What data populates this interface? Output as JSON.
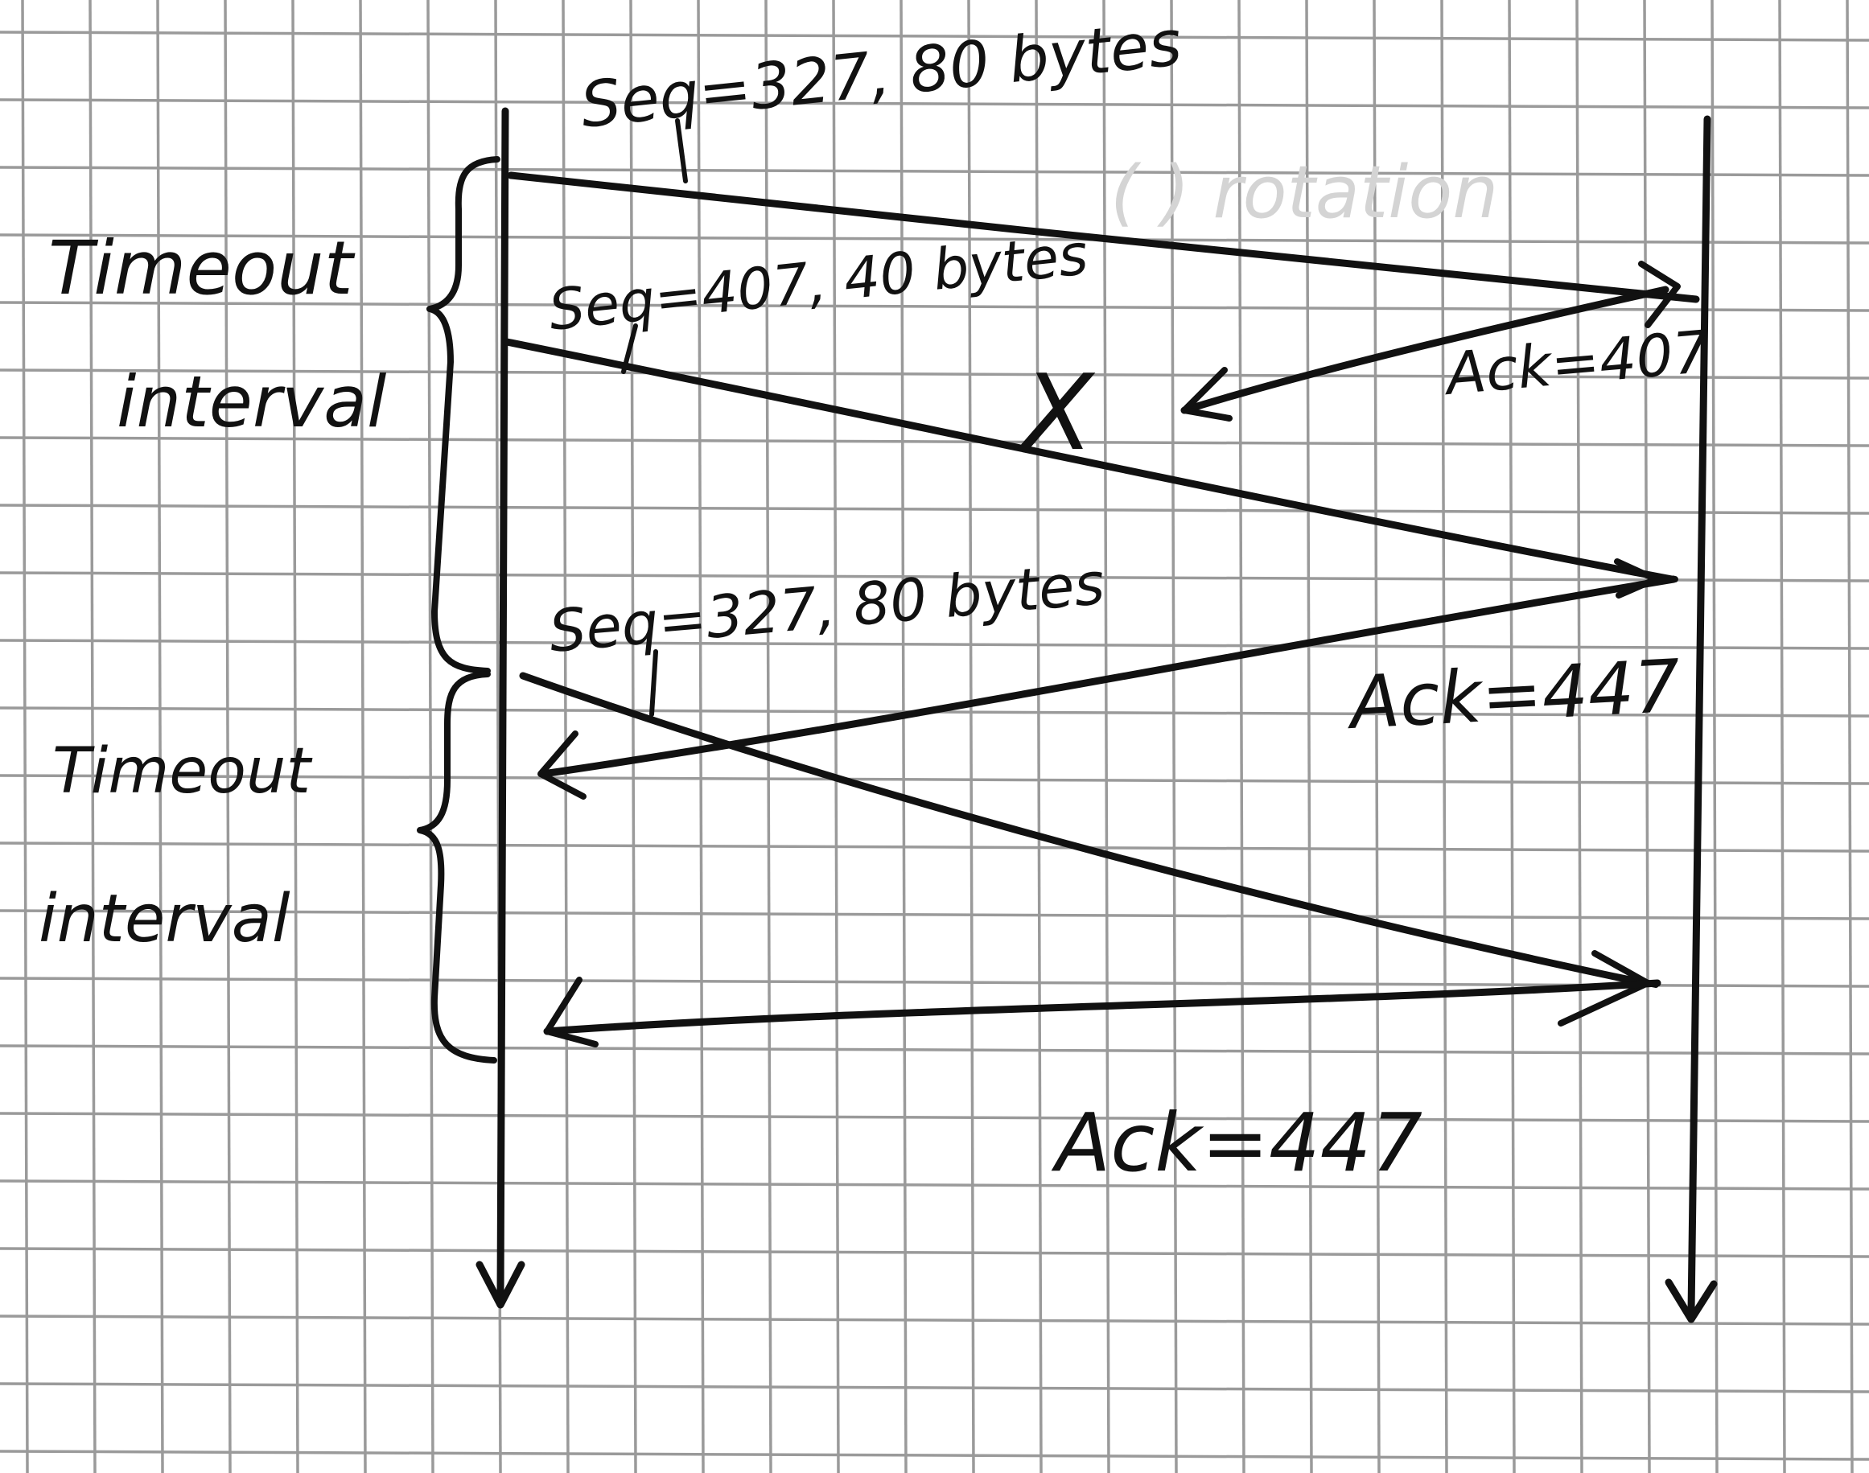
{
  "labels": {
    "seq_first": "Seq=327, 80 bytes",
    "seq_second": "Seq=407, 40 bytes",
    "seq_retransmit": "Seq=327, 80 bytes",
    "ack_first": "Ack=407",
    "ack_second": "Ack=447",
    "ack_third": "Ack=447",
    "timeout_first_line1": "Timeout",
    "timeout_first_line2": "interval",
    "timeout_second_line1": "Timeout",
    "timeout_second_line2": "interval",
    "lost_marker": "X"
  },
  "faint_background_text": "( ) rotation",
  "colors": {
    "ink": "#111111",
    "grid": "#9a9a9a",
    "paper": "#ffffff",
    "faint": "#d4d4d4"
  }
}
